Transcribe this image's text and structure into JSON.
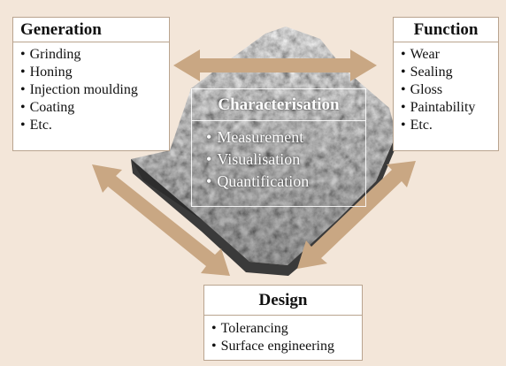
{
  "colors": {
    "background": "#f3e6d9",
    "arrow": "#c9a783",
    "box_border": "#b9a48f",
    "surface": "#7c7c7c"
  },
  "generation": {
    "title": "Generation",
    "items": [
      "Grinding",
      "Honing",
      "Injection moulding",
      "Coating",
      "Etc."
    ]
  },
  "function": {
    "title": "Function",
    "items": [
      "Wear",
      "Sealing",
      "Gloss",
      "Paintability",
      "Etc."
    ]
  },
  "characterisation": {
    "title": "Characterisation",
    "items": [
      "Measurement",
      "Visualisation",
      "Quantification"
    ]
  },
  "design": {
    "title": "Design",
    "items": [
      "Tolerancing",
      "Surface engineering"
    ]
  }
}
